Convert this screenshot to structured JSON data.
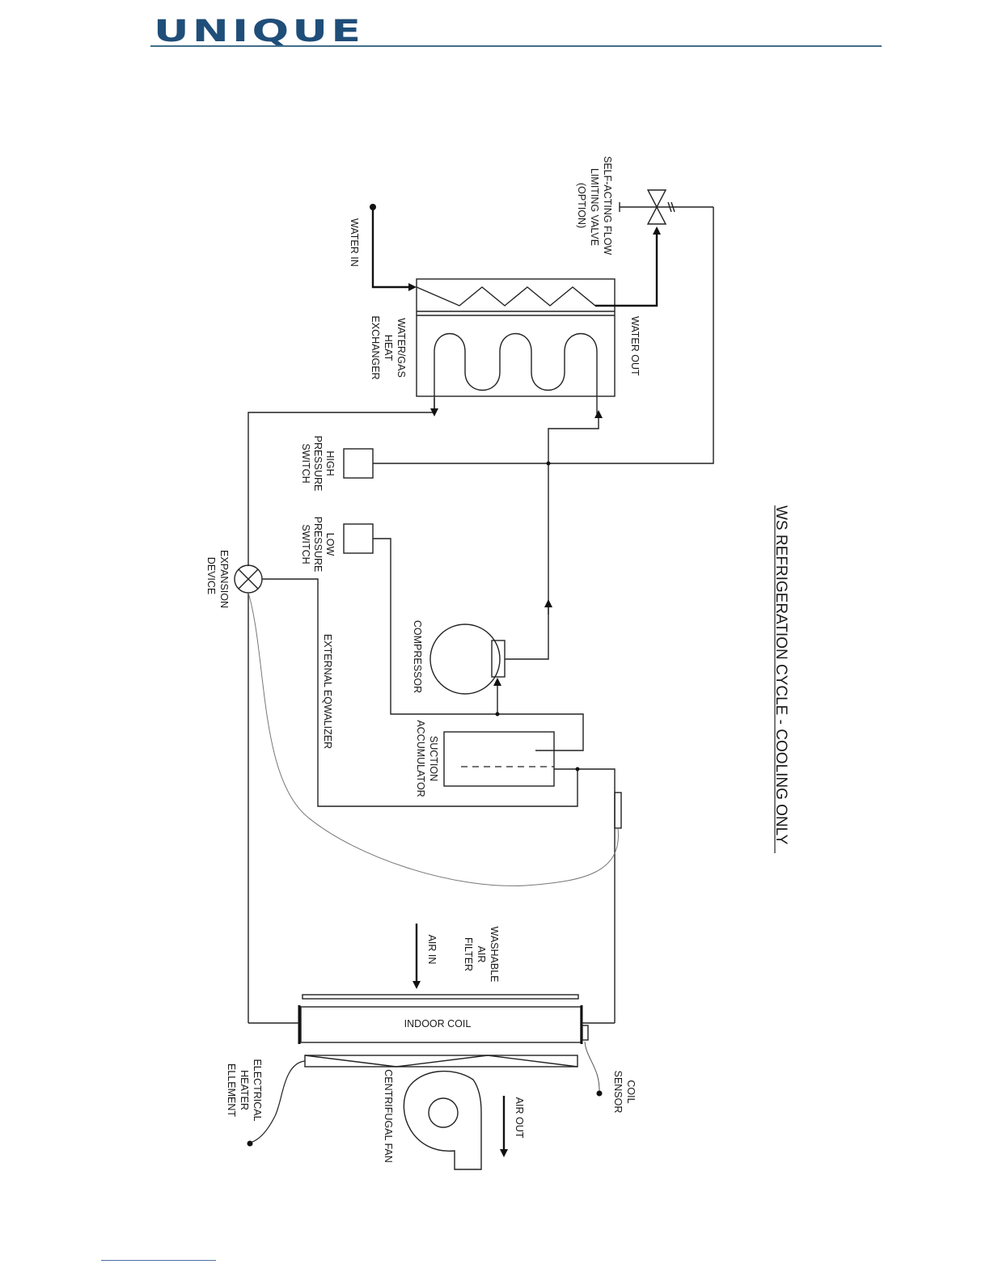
{
  "header": {
    "logo": "UNIQUE"
  },
  "diagram": {
    "title": "WS REFRIGERATION CYCLE - COOLING ONLY",
    "labels": {
      "water_in": "WATER IN",
      "water_out": "WATER OUT",
      "valve": [
        "SELF-ACTING FLOW",
        "LIMITING VALVE",
        "(OPTION)"
      ],
      "heat_exchanger": [
        "WATER/GAS",
        "HEAT",
        "EXCHANGER"
      ],
      "high_pressure": [
        "HIGH",
        "PRESSURE",
        "SWITCH"
      ],
      "low_pressure": [
        "LOW",
        "PRESSURE",
        "SWITCH"
      ],
      "expansion": [
        "EXPANSION",
        "DEVICE"
      ],
      "compressor": "COMPRESSOR",
      "equalizer": "EXTERNAL EQWALIZER",
      "accumulator": [
        "SUCTION",
        "ACCUMULATOR"
      ],
      "air_filter": [
        "WASHABLE",
        "AIR",
        "FILTER"
      ],
      "air_in": "AIR IN",
      "indoor_coil": "INDOOR COIL",
      "coil_sensor": [
        "COIL",
        "SENSOR"
      ],
      "air_out": "AIR OUT",
      "fan": "CENTRIFUGAL FAN",
      "heater": [
        "ELECTRICAL",
        "HEATER",
        "ELLEMENT"
      ]
    }
  }
}
